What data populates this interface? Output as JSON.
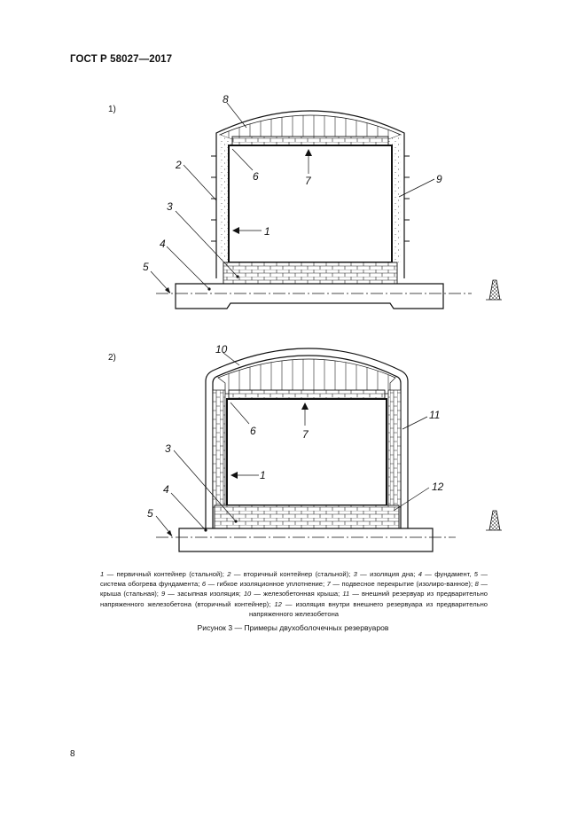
{
  "header": {
    "standard": "ГОСТ Р 58027—2017"
  },
  "figure": {
    "panels": [
      {
        "label": "1)"
      },
      {
        "label": "2)"
      }
    ],
    "callouts_panel1": [
      "1",
      "2",
      "3",
      "4",
      "5",
      "6",
      "7",
      "8",
      "9"
    ],
    "callouts_panel2": [
      "1",
      "3",
      "4",
      "5",
      "6",
      "7",
      "10",
      "11",
      "12"
    ],
    "caption": "Рисунок 3 — Примеры двухоболочечных резервуаров"
  },
  "legend": {
    "items": [
      {
        "num": "1",
        "text": " — первичный контейнер (стальной); "
      },
      {
        "num": "2",
        "text": " — вторичный контейнер (стальной); "
      },
      {
        "num": "3",
        "text": " — изоляция дна; "
      },
      {
        "num": "4",
        "text": " — фундамент, "
      },
      {
        "num": "5",
        "text": " — система обогрева фундамента; "
      },
      {
        "num": "6",
        "text": " — гибкое изоляционное уплотнение; "
      },
      {
        "num": "7",
        "text": " — подвесное перекрытие (изолиро-ванное); "
      },
      {
        "num": "8",
        "text": " — крыша (стальная); "
      },
      {
        "num": "9",
        "text": " — засыпная изоляция; "
      },
      {
        "num": "10",
        "text": " — железобетонная крыша; "
      },
      {
        "num": "11",
        "text": " — внешний резервуар из предварительно напряженного железобетона (вторичный контейнер); "
      },
      {
        "num": "12",
        "text": " — изоляция внутри внешнего резервуара из предварительно напряженного железобетона"
      }
    ]
  },
  "page": {
    "number": "8"
  }
}
